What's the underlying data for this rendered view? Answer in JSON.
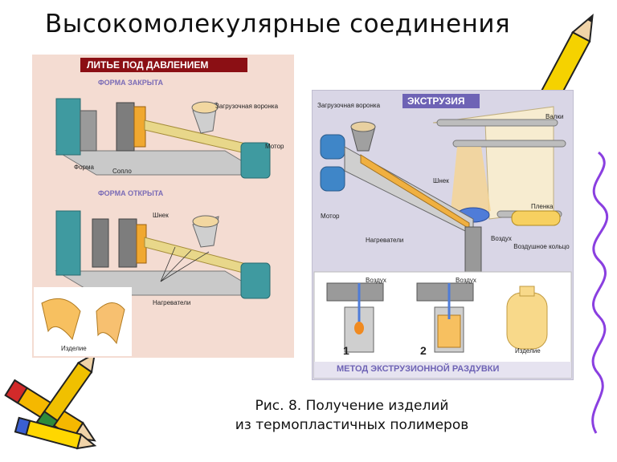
{
  "page": {
    "title": "Высокомолекулярные соединения"
  },
  "injection": {
    "header": "ЛИТЬЕ ПОД ДАВЛЕНИЕМ",
    "closed": "ФОРМА ЗАКРЫТА",
    "open": "ФОРМА ОТКРЫТА",
    "hopper": "Загрузочная воронка",
    "motor": "Мотор",
    "form": "Форма",
    "nozzle": "Сопло",
    "screw": "Шнек",
    "heaters": "Нагреватели",
    "product": "Изделие"
  },
  "extrusion": {
    "header": "ЭКСТРУЗИЯ",
    "hopper": "Загрузочная воронка",
    "rollers": "Валки",
    "screw": "Шнек",
    "motor": "Мотор",
    "heaters": "Нагреватели",
    "film": "Пленка",
    "air": "Воздух",
    "air_ring": "Воздушное кольцо",
    "blow_air_1": "Воздух",
    "blow_air_2": "Воздух",
    "step1": "1",
    "step2": "2",
    "product": "Изделие",
    "footer": "МЕТОД ЭКСТРУЗИОННОЙ РАЗДУВКИ"
  },
  "caption": {
    "line1": "Рис. 8. Получение изделий",
    "line2": "из термопластичных полимеров"
  }
}
